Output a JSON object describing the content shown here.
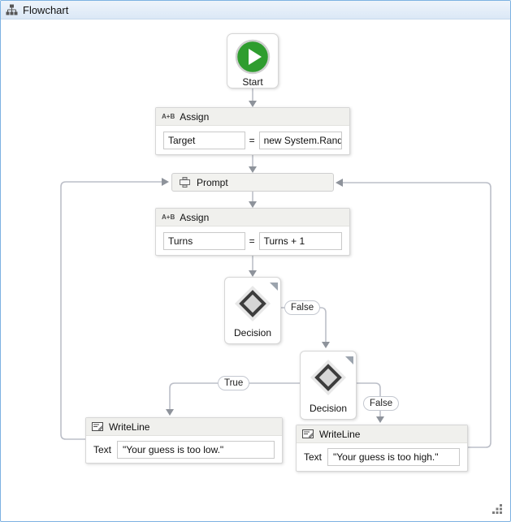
{
  "window": {
    "title": "Flowchart"
  },
  "nodes": {
    "start": {
      "label": "Start"
    },
    "assign1": {
      "header": "Assign",
      "icon_text": "A+B",
      "target": "Target",
      "op": "=",
      "value": "new System.Random"
    },
    "prompt": {
      "label": "Prompt"
    },
    "assign2": {
      "header": "Assign",
      "icon_text": "A+B",
      "target": "Turns",
      "op": "=",
      "value": "Turns + 1"
    },
    "decision1": {
      "label": "Decision"
    },
    "decision2": {
      "label": "Decision"
    },
    "writeline1": {
      "header": "WriteLine",
      "field_label": "Text",
      "value": "\"Your guess is too low.\""
    },
    "writeline2": {
      "header": "WriteLine",
      "field_label": "Text",
      "value": "\"Your guess is too high.\""
    }
  },
  "connectors": {
    "decision1_false": {
      "label": "False"
    },
    "decision2_true": {
      "label": "True"
    },
    "decision2_false": {
      "label": "False"
    }
  },
  "icons": {
    "titlebar": "flowchart-icon",
    "start": "green-play-icon",
    "assign": "a-plus-b-icon",
    "prompt": "window-icon",
    "decision": "diamond-icon",
    "writeline": "console-write-icon",
    "bottom_right": "resize-grip-icon"
  },
  "colors": {
    "outer_border": "#7db2e2",
    "titlebar_gradient_top": "#eef4fb",
    "titlebar_gradient_bottom": "#dbe8f6",
    "start_green": "#2f9d2f",
    "connector_line": "#bcbfc8",
    "arrowhead": "#8e939b",
    "header_fill": "#f0f0ed"
  }
}
